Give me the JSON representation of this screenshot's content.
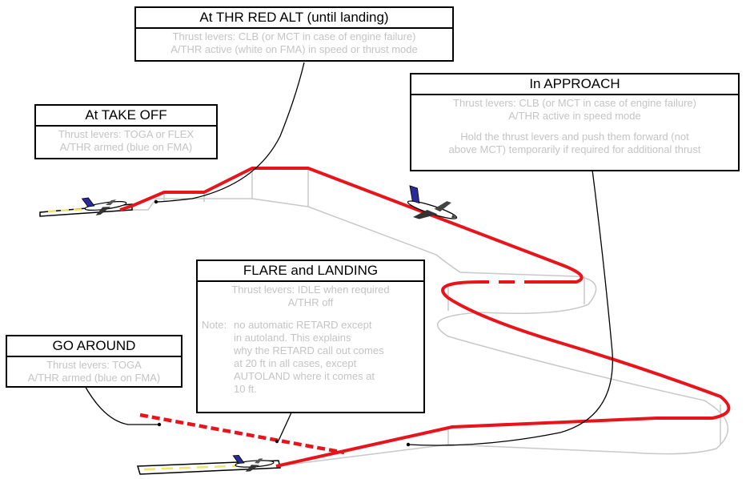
{
  "boxes": {
    "thr_red_alt": {
      "title": "At THR RED ALT (until landing)",
      "lines": [
        "Thrust levers: CLB (or MCT in case of engine failure)",
        "A/THR active (white on FMA) in speed or thrust mode"
      ]
    },
    "take_off": {
      "title": "At TAKE OFF",
      "lines": [
        "Thrust levers: TOGA or FLEX",
        "A/THR armed (blue on FMA)"
      ]
    },
    "approach": {
      "title": "In APPROACH",
      "lines": [
        "Thrust levers: CLB (or MCT in case of engine failure)",
        "A/THR active in speed mode"
      ],
      "lines2": [
        "Hold the thrust levers and push them forward (not",
        "above MCT) temporarily if required for additional thrust"
      ]
    },
    "flare_landing": {
      "title": "FLARE and LANDING",
      "lines": [
        "Thrust levers: IDLE when required",
        "A/THR off"
      ],
      "note_label": "Note:",
      "note_lines": [
        "no automatic RETARD except",
        "in autoland. This explains",
        "why the RETARD call out comes",
        "at 20 ft in all cases, except",
        "AUTOLAND where it comes at",
        "10 ft."
      ]
    },
    "go_around": {
      "title": "GO AROUND",
      "lines": [
        "Thrust levers: TOGA",
        "A/THR armed (blue on FMA)"
      ]
    }
  },
  "colors": {
    "path": "#e8141c",
    "shadow": "#c8c8c8",
    "runway": "#f2e36a",
    "tail": "#2a2a9a"
  }
}
